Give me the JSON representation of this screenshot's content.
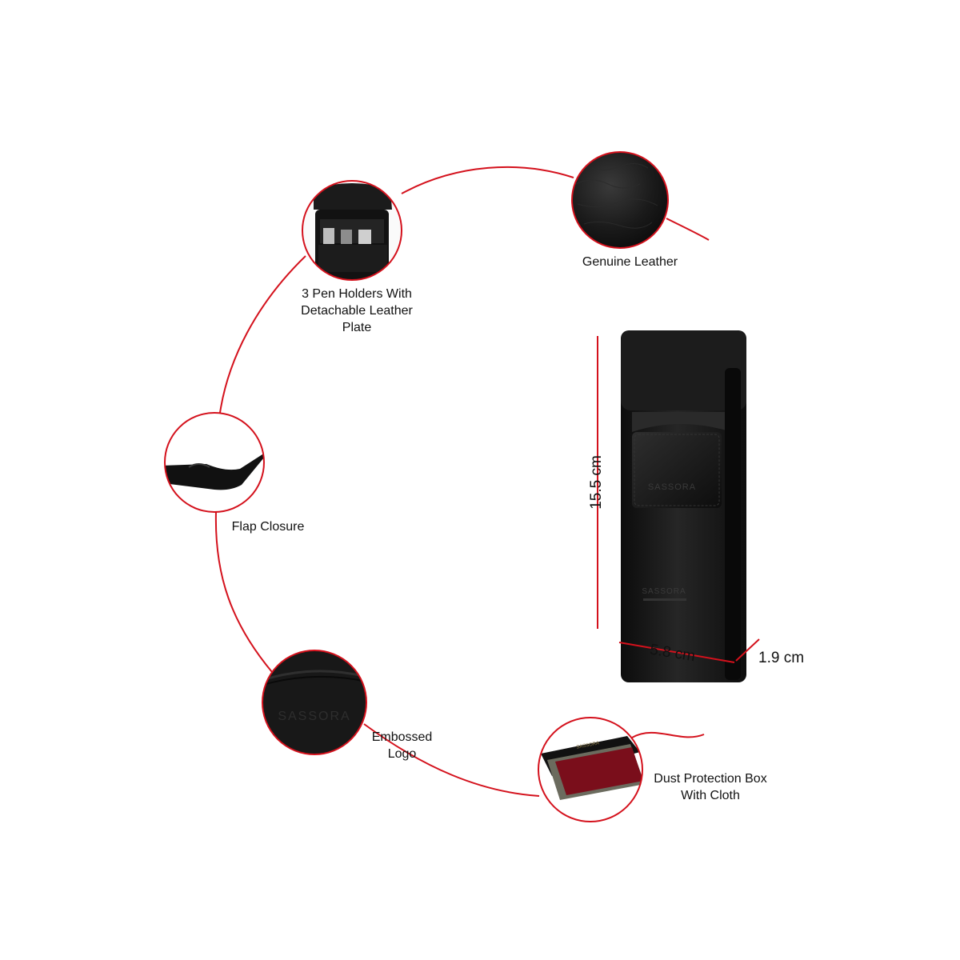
{
  "colors": {
    "accent": "#d4111c",
    "leather": "#141414",
    "background": "#ffffff"
  },
  "features": {
    "pen_holders": {
      "lines": [
        "3 Pen Holders With",
        "Detachable Leather",
        "Plate"
      ],
      "icon": "pen-holders-image"
    },
    "genuine_leather": {
      "lines": [
        "Genuine Leather"
      ],
      "icon": "leather-texture-image"
    },
    "flap_closure": {
      "lines": [
        "Flap Closure"
      ],
      "icon": "flap-closure-image"
    },
    "embossed_logo": {
      "lines": [
        "Embossed",
        "Logo"
      ],
      "icon": "embossed-logo-image"
    },
    "dust_box": {
      "lines": [
        "Dust Protection Box",
        "With Cloth"
      ],
      "icon": "dust-box-image"
    }
  },
  "dimensions": {
    "height": "15.5 cm",
    "width": "5.8 cm",
    "depth": "1.9 cm"
  },
  "product": {
    "brand_emboss": "SASSORA"
  }
}
